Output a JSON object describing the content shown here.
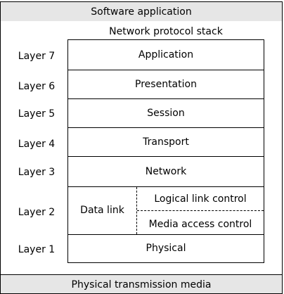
{
  "top_band": {
    "label": "Software application"
  },
  "bottom_band": {
    "label": "Physical transmission media"
  },
  "stack": {
    "title": "Network protocol stack",
    "layers": [
      {
        "layer_label": "Layer 7",
        "name": "Application"
      },
      {
        "layer_label": "Layer 6",
        "name": "Presentation"
      },
      {
        "layer_label": "Layer 5",
        "name": "Session"
      },
      {
        "layer_label": "Layer 4",
        "name": "Transport"
      },
      {
        "layer_label": "Layer 3",
        "name": "Network"
      },
      {
        "layer_label": "Layer 2",
        "name": "Data link",
        "sublayers": [
          "Logical link control",
          "Media access control"
        ]
      },
      {
        "layer_label": "Layer 1",
        "name": "Physical"
      }
    ]
  }
}
